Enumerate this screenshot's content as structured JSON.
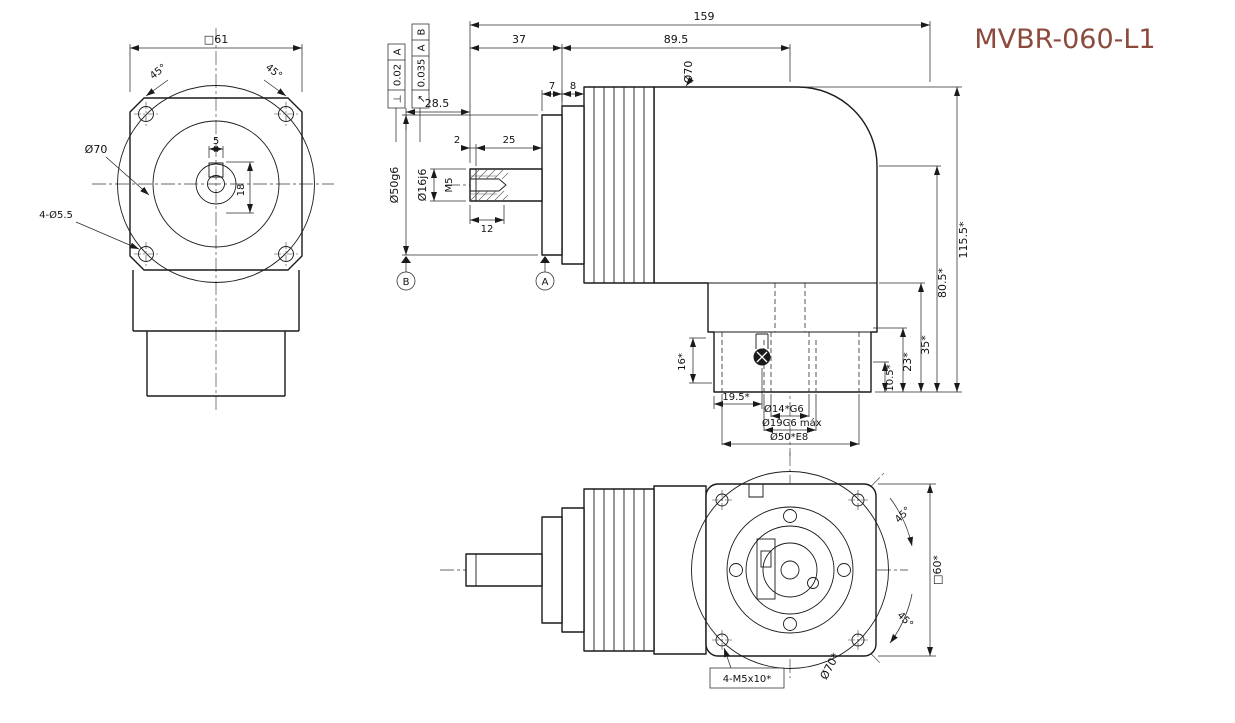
{
  "title": "MVBR-060-L1",
  "colors": {
    "title": "#8d4a3c",
    "line": "#1a1a1a"
  },
  "front_view": {
    "square_dim": "□61",
    "chamfer_left": "45°",
    "chamfer_right": "45°",
    "bore_label": "Ø70",
    "holes_label": "4-Ø5.5",
    "key_width": "5",
    "key_height": "18"
  },
  "side_view": {
    "overall_length": "159",
    "front_length": "37",
    "body_length": "89.5",
    "shaft_length": "28.5",
    "flange_thk": "7",
    "step_thk": "8",
    "groove": "2",
    "thread_len": "25",
    "tap_depth": "12",
    "pilot_dia": "Ø50g6",
    "shaft_dia": "Ø16j6",
    "tap_size": "M5",
    "body_dia": "Ø70",
    "h_overall": "115.5*",
    "h_axis": "80.5*",
    "h_output": "35*",
    "h_flange": "23*",
    "h_left": "16*",
    "h_pilot": "10.5*",
    "bolt_offset": "19.5*",
    "bore_small": "Ø14*G6",
    "bore_mid": "Ø19G6 máx",
    "bore_large": "Ø50*E8",
    "datum_a": "A",
    "datum_b": "B",
    "fcf_perp": {
      "sym": "⊥",
      "tol": "0.02",
      "dat": "A"
    },
    "fcf_runout": {
      "sym": "↗",
      "tol": "0.035",
      "dat_a": "A",
      "dat_b": "B"
    }
  },
  "bottom_view": {
    "screws": "4-M5x10*",
    "bolt_circle": "Ø70*",
    "square_dim": "□60*",
    "angle_top": "45°",
    "angle_bottom": "45°"
  }
}
